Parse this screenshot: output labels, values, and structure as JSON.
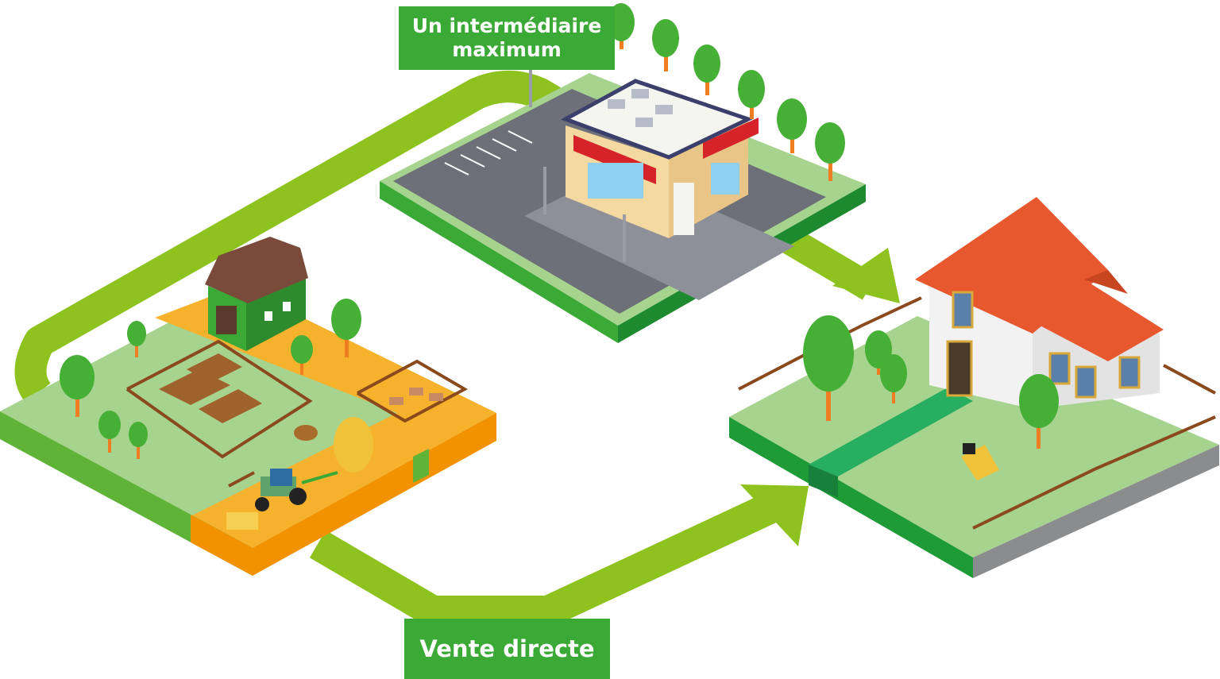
{
  "labels": {
    "intermediary": "Un intermédiaire maximum",
    "direct_sale": "Vente directe"
  },
  "colors": {
    "arrow": "#8dc21f",
    "label_bg": "#3aa935",
    "grass": "#a6d38d",
    "grass_edge": "#5fb336",
    "field": "#f6b22d",
    "field_edge": "#f39200",
    "asphalt": "#6d7079",
    "roof_house": "#e8582e",
    "roof_barn": "#7a4b3a",
    "barn_wall": "#3aa935",
    "shop_wall": "#f4d9a0",
    "awning": "#d6232a",
    "tree": "#45b035",
    "trunk": "#ef7d22",
    "fence": "#8b4a1e"
  },
  "scenes": {
    "farm": "farm-scene",
    "shop": "shop-scene",
    "home": "home-scene"
  }
}
